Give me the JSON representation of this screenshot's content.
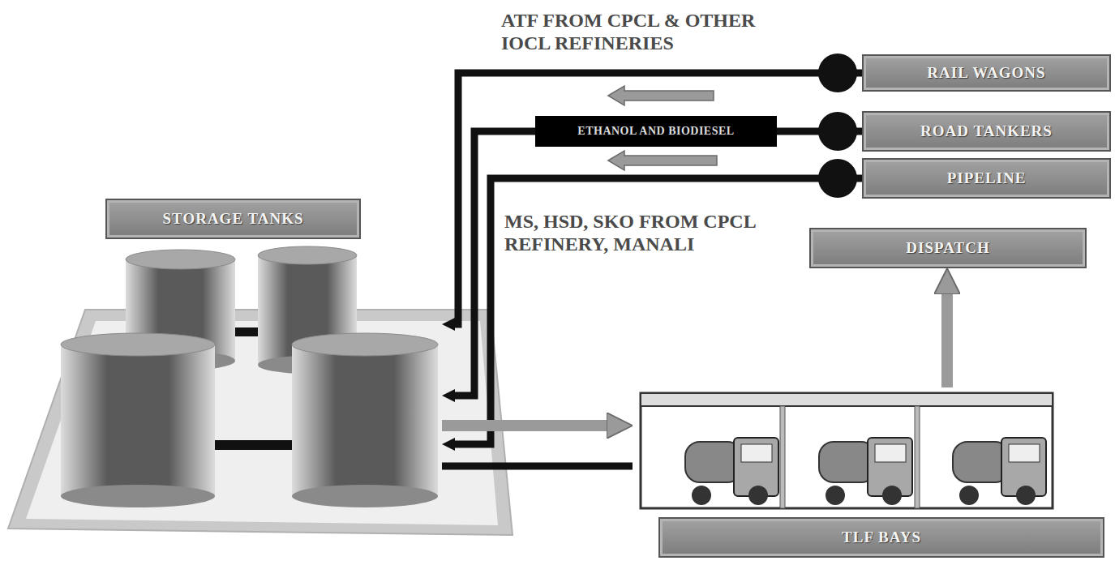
{
  "diagram": {
    "nodes": [
      {
        "text": [
          "RAIL WAGONS"
        ]
      },
      {
        "text": [
          "ROAD TANKERS"
        ]
      },
      {
        "text": [
          "PIPELINE"
        ]
      },
      {
        "text": [
          "STORAGE TANKS"
        ]
      },
      {
        "text": [
          "DISPATCH"
        ]
      },
      {
        "text": [
          "TLF BAYS"
        ]
      }
    ],
    "edges": [
      {
        "from": 0,
        "to": 3,
        "label": "ATF FROM CPCL & OTHER IOCL REFINERIES",
        "arrow": "to"
      },
      {
        "from": 1,
        "to": 3,
        "label": "ETHANOL AND BIODIESEL",
        "arrow": "to"
      },
      {
        "from": 2,
        "to": 3,
        "label": "MS, HSD, SKO FROM CPCL REFINERY, MANALI",
        "arrow": "to"
      },
      {
        "from": 3,
        "to": 5,
        "arrow": "to"
      },
      {
        "from": 3,
        "to": 5,
        "arrow": "none"
      },
      {
        "from": 5,
        "to": 4,
        "arrow": "to"
      }
    ]
  }
}
